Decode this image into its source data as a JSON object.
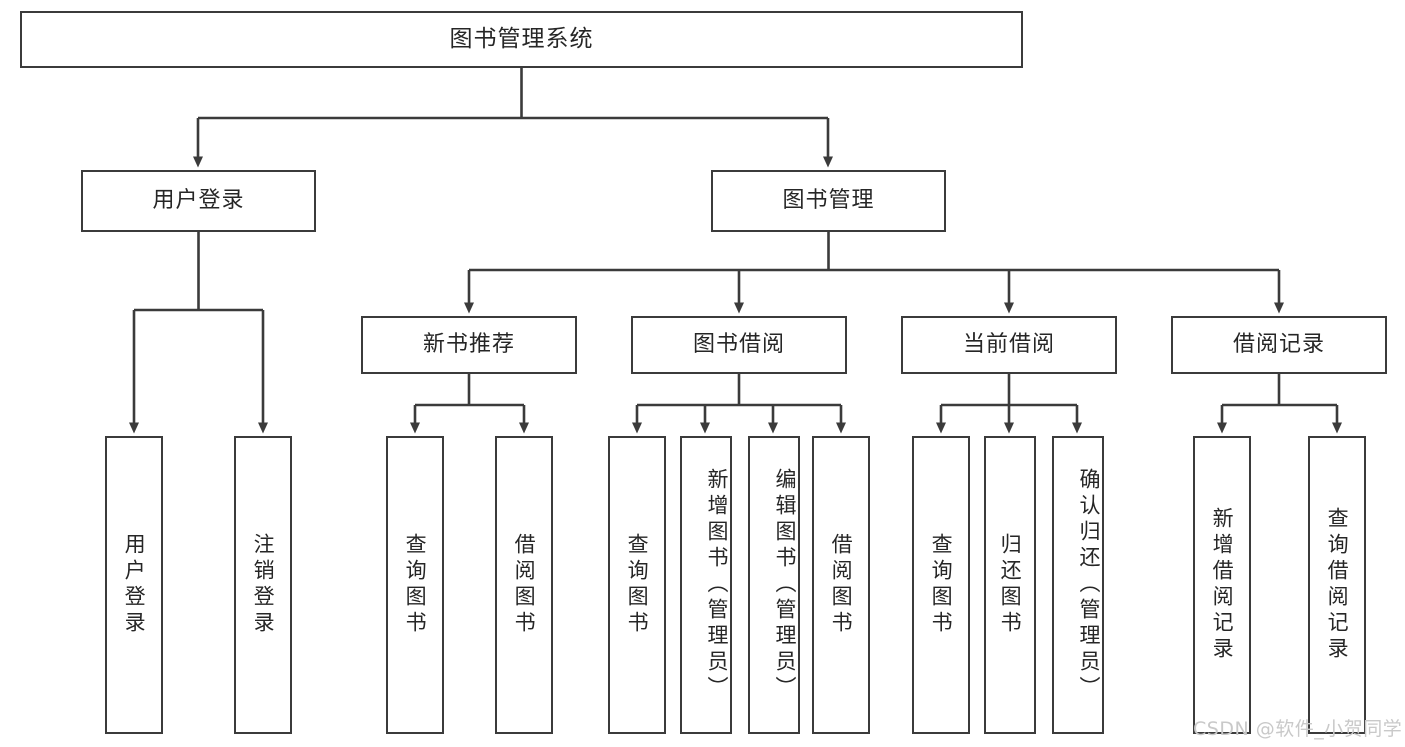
{
  "diagram": {
    "title": "图书管理系统",
    "type": "tree-hierarchy",
    "colors": {
      "box_border": "#3b3b3b",
      "box_fill": "#ffffff",
      "connector": "#3b3b3b",
      "text": "#262626",
      "watermark": "#c9c9c9",
      "background": "#ffffff"
    },
    "nodes": {
      "root": {
        "label": "图书管理系统",
        "level": 1,
        "orientation": "horizontal"
      },
      "l2": [
        {
          "id": "user-login",
          "label": "用户登录",
          "level": 2,
          "orientation": "horizontal"
        },
        {
          "id": "book-manage",
          "label": "图书管理",
          "level": 2,
          "orientation": "horizontal"
        }
      ],
      "l3": [
        {
          "id": "new-book-rec",
          "label": "新书推荐",
          "level": 3,
          "orientation": "horizontal"
        },
        {
          "id": "book-borrow",
          "label": "图书借阅",
          "level": 3,
          "orientation": "horizontal"
        },
        {
          "id": "current-borrow",
          "label": "当前借阅",
          "level": 3,
          "orientation": "horizontal"
        },
        {
          "id": "borrow-record",
          "label": "借阅记录",
          "level": 3,
          "orientation": "horizontal"
        }
      ],
      "leaves": [
        {
          "id": "leaf-user-login",
          "label": "用户登录",
          "parent": "user-login",
          "orientation": "vertical"
        },
        {
          "id": "leaf-logout",
          "label": "注销登录",
          "parent": "user-login",
          "orientation": "vertical"
        },
        {
          "id": "leaf-query-book-rec",
          "label": "查询图书",
          "parent": "new-book-rec",
          "orientation": "vertical"
        },
        {
          "id": "leaf-borrow-book-rec",
          "label": "借阅图书",
          "parent": "new-book-rec",
          "orientation": "vertical"
        },
        {
          "id": "leaf-query-book-bor",
          "label": "查询图书",
          "parent": "book-borrow",
          "orientation": "vertical"
        },
        {
          "id": "leaf-add-book",
          "label": "新增图书（管理员）",
          "parent": "book-borrow",
          "orientation": "vertical"
        },
        {
          "id": "leaf-edit-book",
          "label": "编辑图书（管理员）",
          "parent": "book-borrow",
          "orientation": "vertical"
        },
        {
          "id": "leaf-borrow-book-bor",
          "label": "借阅图书",
          "parent": "book-borrow",
          "orientation": "vertical"
        },
        {
          "id": "leaf-query-book-cur",
          "label": "查询图书",
          "parent": "current-borrow",
          "orientation": "vertical"
        },
        {
          "id": "leaf-return-book",
          "label": "归还图书",
          "parent": "current-borrow",
          "orientation": "vertical"
        },
        {
          "id": "leaf-confirm-return",
          "label": "确认归还（管理员）",
          "parent": "current-borrow",
          "orientation": "vertical"
        },
        {
          "id": "leaf-add-record",
          "label": "新增借阅记录",
          "parent": "borrow-record",
          "orientation": "vertical"
        },
        {
          "id": "leaf-query-record",
          "label": "查询借阅记录",
          "parent": "borrow-record",
          "orientation": "vertical"
        }
      ]
    },
    "watermark": "CSDN @软件_小贺同学"
  }
}
